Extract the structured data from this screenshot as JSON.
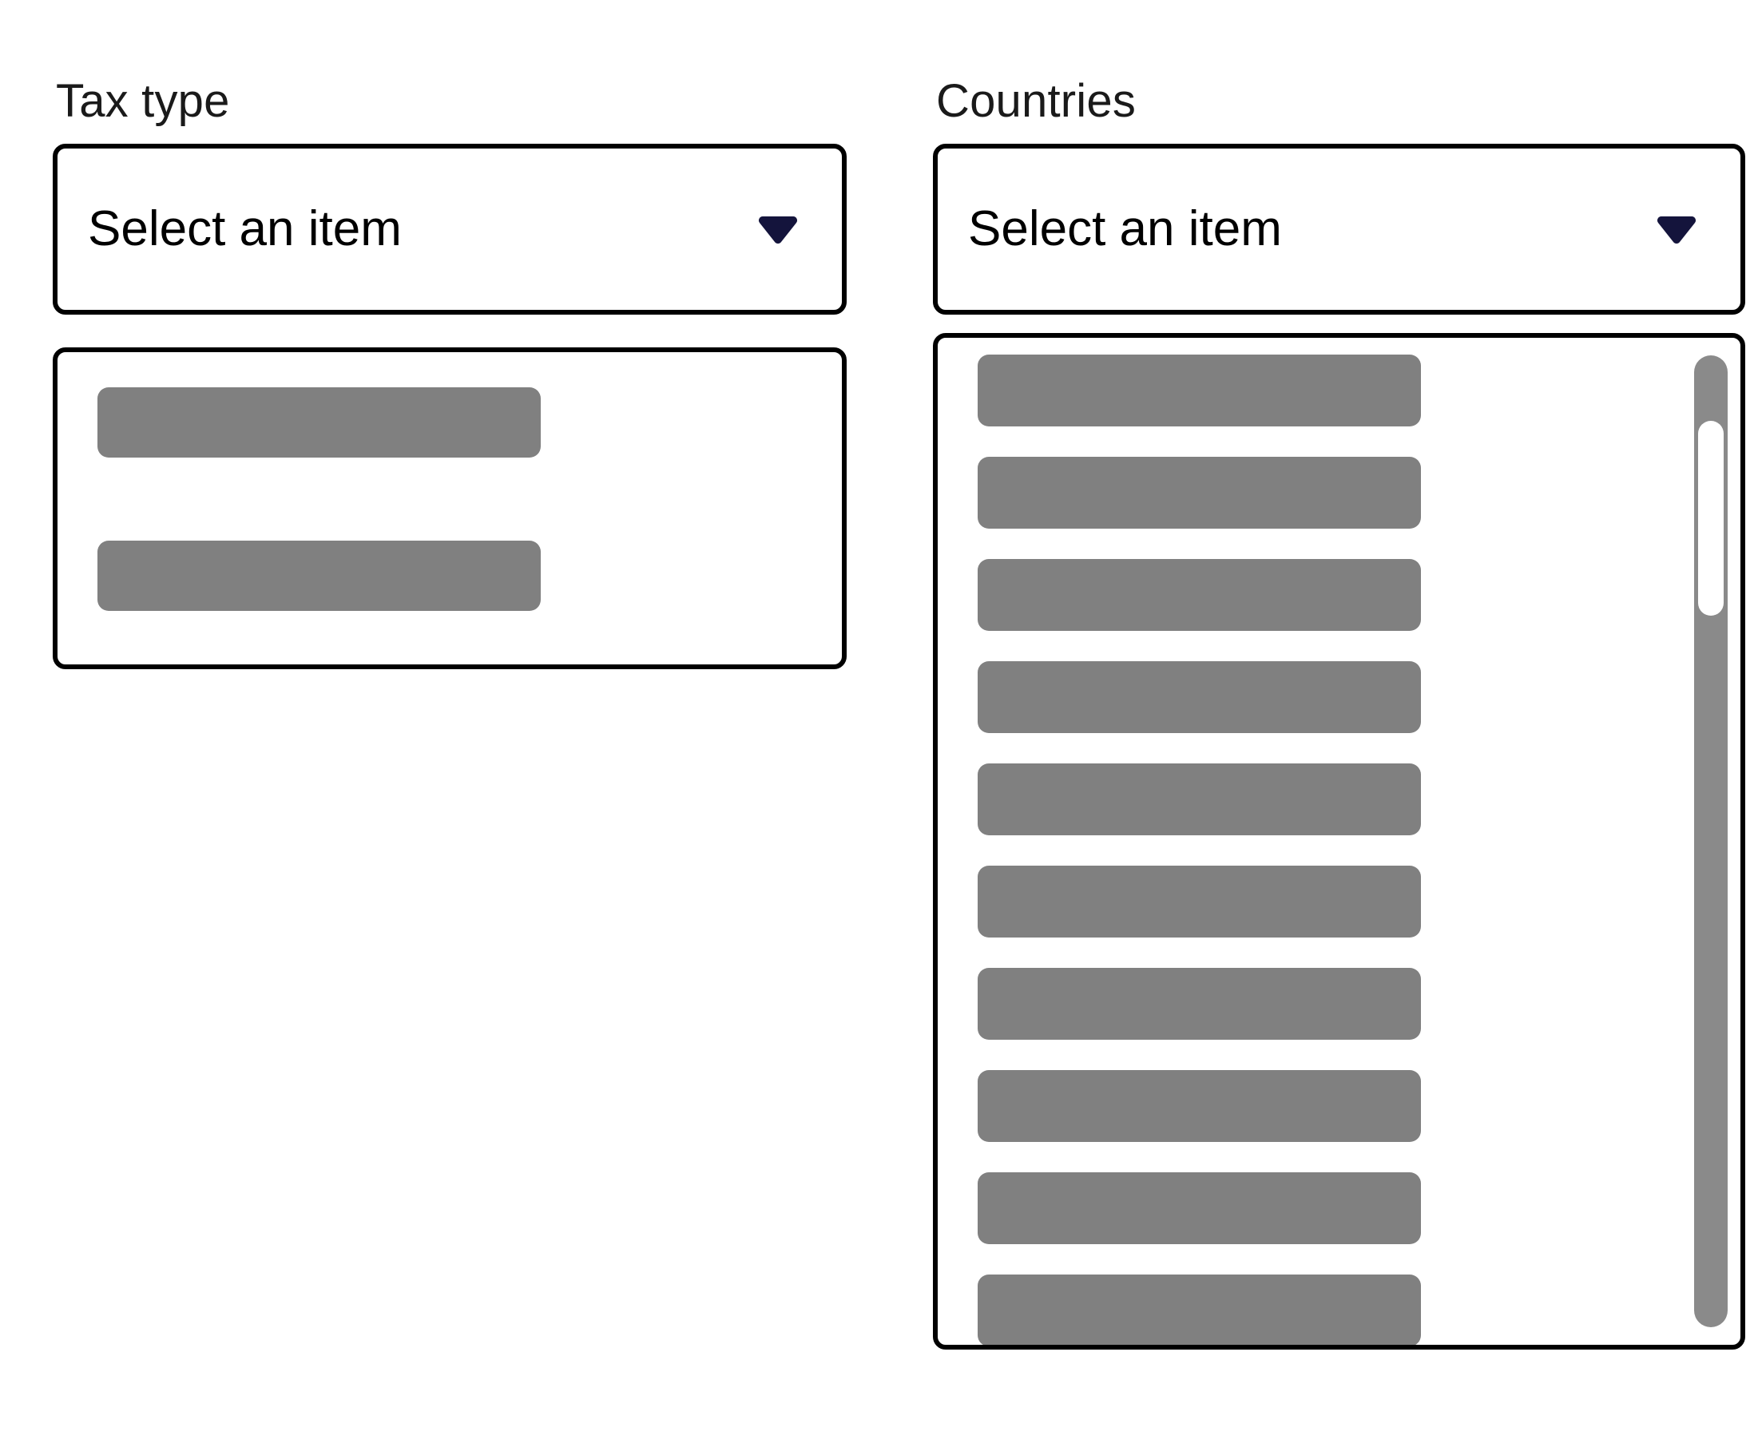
{
  "page": {
    "background_color": "#ffffff",
    "border_color": "#000000",
    "skeleton_color": "#808080",
    "arrow_color": "#14143c",
    "scrollbar_track_color": "#8a8a8a",
    "scrollbar_thumb_color": "#ffffff"
  },
  "tax_type_field": {
    "label": "Tax type",
    "select": {
      "value": "Select an item",
      "placeholder": "Select an item",
      "arrow_icon": "chevron-down-icon",
      "expanded": true
    },
    "dropdown": {
      "option_count": 2,
      "options": [
        "",
        ""
      ],
      "loading": true,
      "has_scrollbar": false
    }
  },
  "countries_field": {
    "label": "Countries",
    "select": {
      "value": "Select an item",
      "placeholder": "Select an item",
      "arrow_icon": "chevron-down-icon",
      "expanded": true
    },
    "dropdown": {
      "option_count": 10,
      "options": [
        "",
        "",
        "",
        "",
        "",
        "",
        "",
        "",
        "",
        ""
      ],
      "loading": true,
      "has_scrollbar": true,
      "scrollbar": {
        "orientation": "vertical",
        "thumb_position_percent": 5,
        "thumb_size_percent": 20
      }
    }
  }
}
